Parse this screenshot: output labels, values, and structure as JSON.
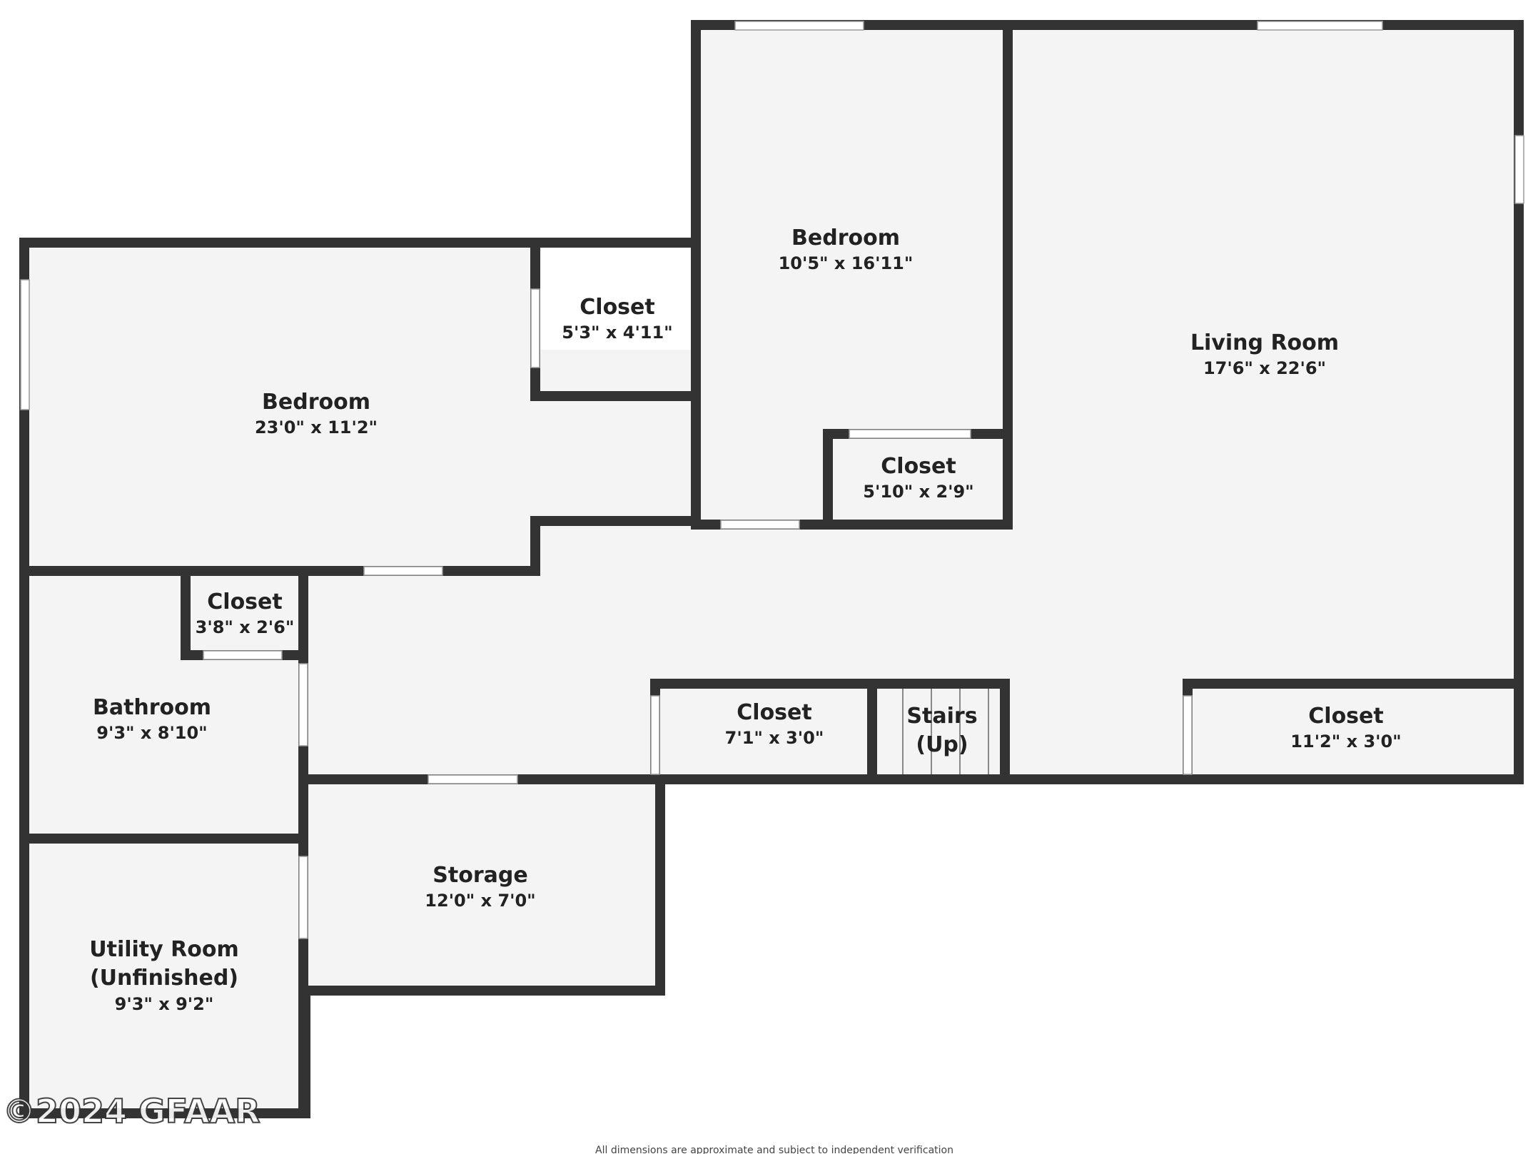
{
  "rooms": [
    {
      "name": "Bedroom",
      "dims": "23'0\" x 11'2\""
    },
    {
      "name": "Closet",
      "dims": "5'3\" x 4'11\""
    },
    {
      "name": "Bedroom",
      "dims": "10'5\" x 16'11\""
    },
    {
      "name": "Living Room",
      "dims": "17'6\" x 22'6\""
    },
    {
      "name": "Closet",
      "dims": "5'10\" x 2'9\""
    },
    {
      "name": "Closet",
      "dims": "3'8\" x 2'6\""
    },
    {
      "name": "Bathroom",
      "dims": "9'3\" x 8'10\""
    },
    {
      "name": "Closet",
      "dims": "7'1\" x 3'0\""
    },
    {
      "name": "Stairs",
      "name2": "(Up)"
    },
    {
      "name": "Closet",
      "dims": "11'2\" x 3'0\""
    },
    {
      "name": "Storage",
      "dims": "12'0\" x 7'0\""
    },
    {
      "name": "Utility Room",
      "name2": "(Unfinished)",
      "dims": "9'3\" x 9'2\""
    }
  ],
  "footer": {
    "disclaimer": "All dimensions are approximate and subject to independent verification"
  },
  "watermark": "©2024 GFAAR",
  "colors": {
    "wall": "#333333",
    "floor": "#f4f4f4",
    "window": "#ffffff"
  }
}
